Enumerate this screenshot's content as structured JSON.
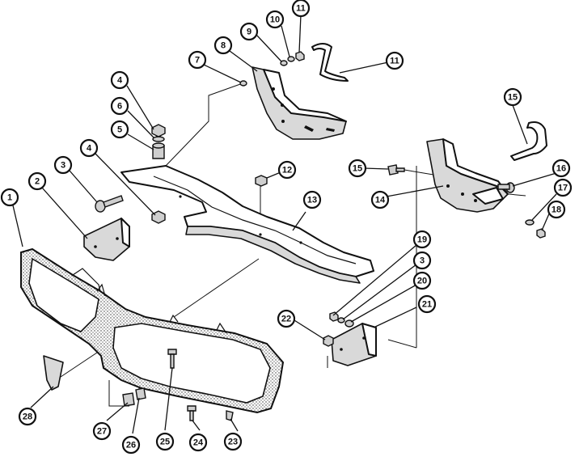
{
  "callouts": [
    "1",
    "2",
    "3",
    "4",
    "4",
    "5",
    "6",
    "7",
    "8",
    "9",
    "10",
    "11",
    "11",
    "12",
    "13",
    "14",
    "15",
    "15",
    "16",
    "17",
    "18",
    "19",
    "3",
    "20",
    "21",
    "22",
    "23",
    "24",
    "25",
    "26",
    "27",
    "28"
  ],
  "colors": {
    "ink": "#111111",
    "paper": "#ffffff",
    "shade": "#d9d9d9"
  },
  "icons": [
    "bolt-icon",
    "nut-icon",
    "washer-icon",
    "bracket-icon"
  ]
}
